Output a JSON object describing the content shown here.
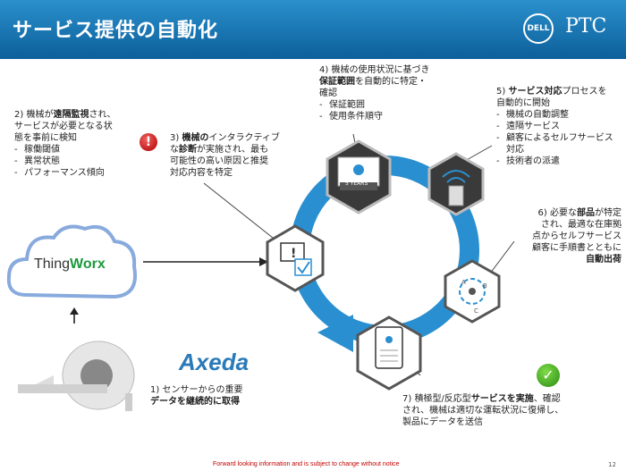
{
  "header": {
    "title": "サービス提供の自動化",
    "dell": "DELL",
    "ptc": "PTC"
  },
  "step2": {
    "line1_pre": "2) 機械が",
    "line1_bold": "遠隔監視",
    "line1_post": "され、",
    "line2": "サービスが必要となる状",
    "line3": "態を事前に検知",
    "items": [
      "稼働閾値",
      "異常状態",
      "パフォーマンス傾向"
    ]
  },
  "step3": {
    "line1_pre": "3) ",
    "line1_bold": "機械の",
    "line1_post": "インタラクティブ",
    "line2_pre": "な",
    "line2_bold": "診断",
    "line2_post": "が実施され、最も",
    "line3": "可能性の高い原因と推奨",
    "line4": "対応内容を特定"
  },
  "step4": {
    "line1": "4) 機械の使用状況に基づき",
    "line2_bold": "保証範囲",
    "line2_post": "を自動的に特定・",
    "line3": "確認",
    "items": [
      "保証範囲",
      "使用条件順守"
    ]
  },
  "step5": {
    "line1_pre": "5) ",
    "line1_bold": "サービス対応",
    "line1_post": "プロセスを",
    "line2": "自動的に開始",
    "items": [
      "機械の自動調整",
      "遠隔サービス",
      "顧客によるセルフサービス対応",
      "技術者の派遣"
    ]
  },
  "step6": {
    "line1_pre": "6) 必要な",
    "line1_bold": "部品",
    "line1_post": "が特定",
    "line2": "され、最適な在庫拠",
    "line3": "点からセルフサービス",
    "line4": "顧客に手順書とともに",
    "line5_bold": "自動出荷"
  },
  "step7": {
    "line1_pre": "7) 積極型/反応型",
    "line1_bold": "サービスを実施",
    "line1_post": "、確認",
    "line2": "され、機械は適切な運転状況に復帰し、",
    "line3": "製品にデータを送信"
  },
  "step1": {
    "line1": "1) センサーからの重要",
    "line2_bold": "データを継続的に取得"
  },
  "logos": {
    "thingworx_pre": "Thing",
    "thingworx_post": "Worx",
    "axeda": "Axeda"
  },
  "hexagons": {
    "warranty_label": "5 YEARS",
    "parts_a": "A",
    "parts_b": "B",
    "parts_c": "C"
  },
  "footer": {
    "notice": "Forward looking information and is subject to change without notice",
    "page": "12"
  },
  "colors": {
    "header": "#1a74b4",
    "cycle": "#2a8fd0",
    "hex_fill": "#3a3a3a",
    "alert": "#c80000",
    "ok": "#3aa818"
  }
}
